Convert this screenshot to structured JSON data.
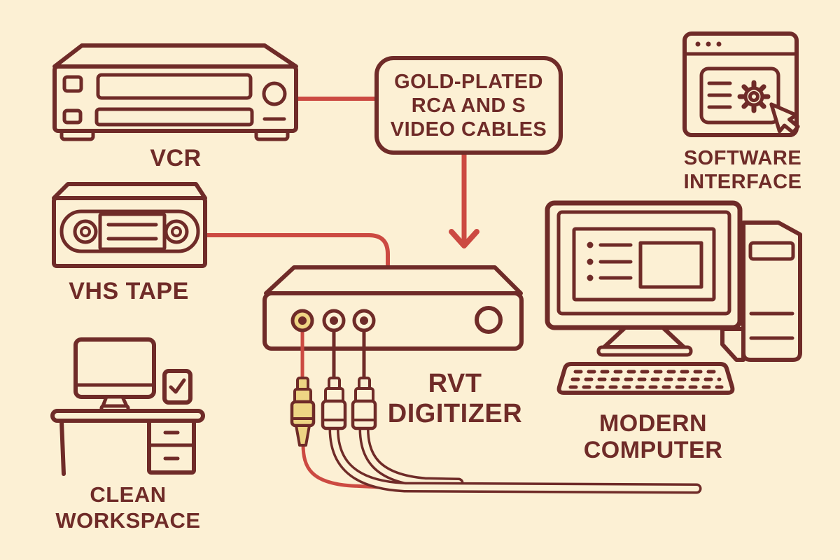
{
  "palette": {
    "background": "#fcf0d4",
    "outline": "#6f2b28",
    "accent_red": "#cc4a42",
    "accent_yellow": "#eed584"
  },
  "nodes": {
    "vcr": {
      "label": "VCR"
    },
    "vhs_tape": {
      "label": "VHS TAPE"
    },
    "clean_workspace": {
      "lines": [
        "CLEAN",
        "WORKSPACE"
      ]
    },
    "cable_callout": {
      "lines": [
        "GOLD-PLATED",
        "RCA AND S",
        "VIDEO CABLES"
      ]
    },
    "rvt_digitizer": {
      "lines": [
        "RVT",
        "DIGITIZER"
      ]
    },
    "software_interface": {
      "lines": [
        "SOFTWARE",
        "INTERFACE"
      ]
    },
    "modern_computer": {
      "lines": [
        "MODERN",
        "COMPUTER"
      ]
    }
  }
}
